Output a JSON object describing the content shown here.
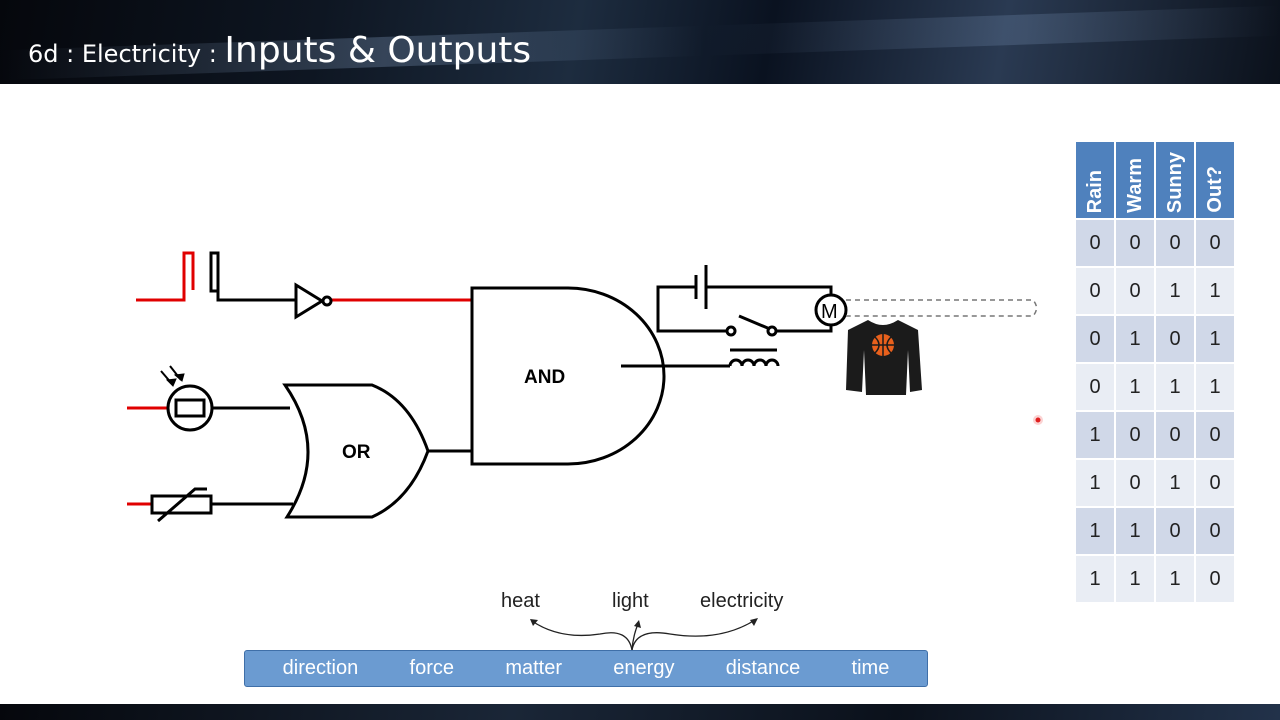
{
  "slide": {
    "title_prefix": "6d : Electricity : ",
    "title_main": "Inputs & Outputs"
  },
  "circuit": {
    "and_gate_label": "AND",
    "or_gate_label": "OR",
    "motor_label": "M",
    "input_wire_color": "#e00000",
    "wire_color": "#000000"
  },
  "truth_table": {
    "headers": [
      "Rain",
      "Warm",
      "Sunny",
      "Out?"
    ],
    "rows": [
      [
        "0",
        "0",
        "0",
        "0"
      ],
      [
        "0",
        "0",
        "1",
        "1"
      ],
      [
        "0",
        "1",
        "0",
        "1"
      ],
      [
        "0",
        "1",
        "1",
        "1"
      ],
      [
        "1",
        "0",
        "0",
        "0"
      ],
      [
        "1",
        "0",
        "1",
        "0"
      ],
      [
        "1",
        "1",
        "0",
        "0"
      ],
      [
        "1",
        "1",
        "1",
        "0"
      ]
    ],
    "header_color": "#4f81bd"
  },
  "energy_forms": [
    "heat",
    "light",
    "electricity"
  ],
  "word_bar": [
    "direction",
    "force",
    "matter",
    "energy",
    "distance",
    "time"
  ]
}
